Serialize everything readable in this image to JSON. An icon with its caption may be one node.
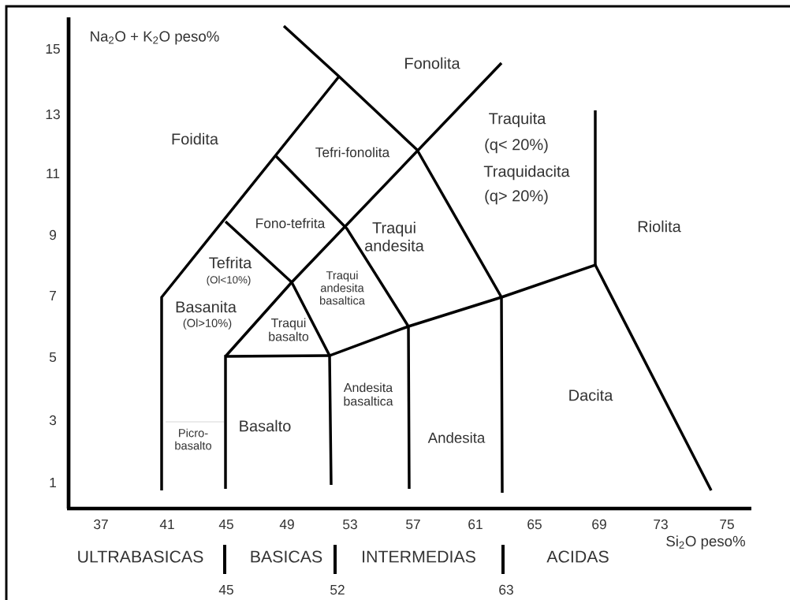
{
  "diagram": {
    "labels": [
      "Na$_{2}$O + K$_{2}$O peso%",
      "Fonolita",
      "Foidita",
      "Tefri-fonolita",
      "Traquita",
      "(q< 20%)",
      "Traquidacita",
      "(q> 20%)",
      "Fono-tefrita",
      "Traqui andesita",
      "Riolita",
      "Tefrita",
      "(Ol<10%)",
      "Traqui andesita basaltica",
      "Basanita",
      "(Ol>10%)",
      "Traqui basalto",
      "Andesita basaltica",
      "Dacita",
      "Picro-basalto",
      "Basalto",
      "Andesita",
      "15",
      "13",
      "11",
      "9",
      "7",
      "5",
      "3",
      "1",
      "37",
      "41",
      "45",
      "49",
      "53",
      "57",
      "61",
      "65",
      "69",
      "73",
      "75",
      "Si$_{2}$O peso%",
      "ULTRABASICAS",
      "BASICAS",
      "INTERMEDIAS",
      "ACIDAS",
      "45",
      "52",
      "63"
    ]
  }
}
